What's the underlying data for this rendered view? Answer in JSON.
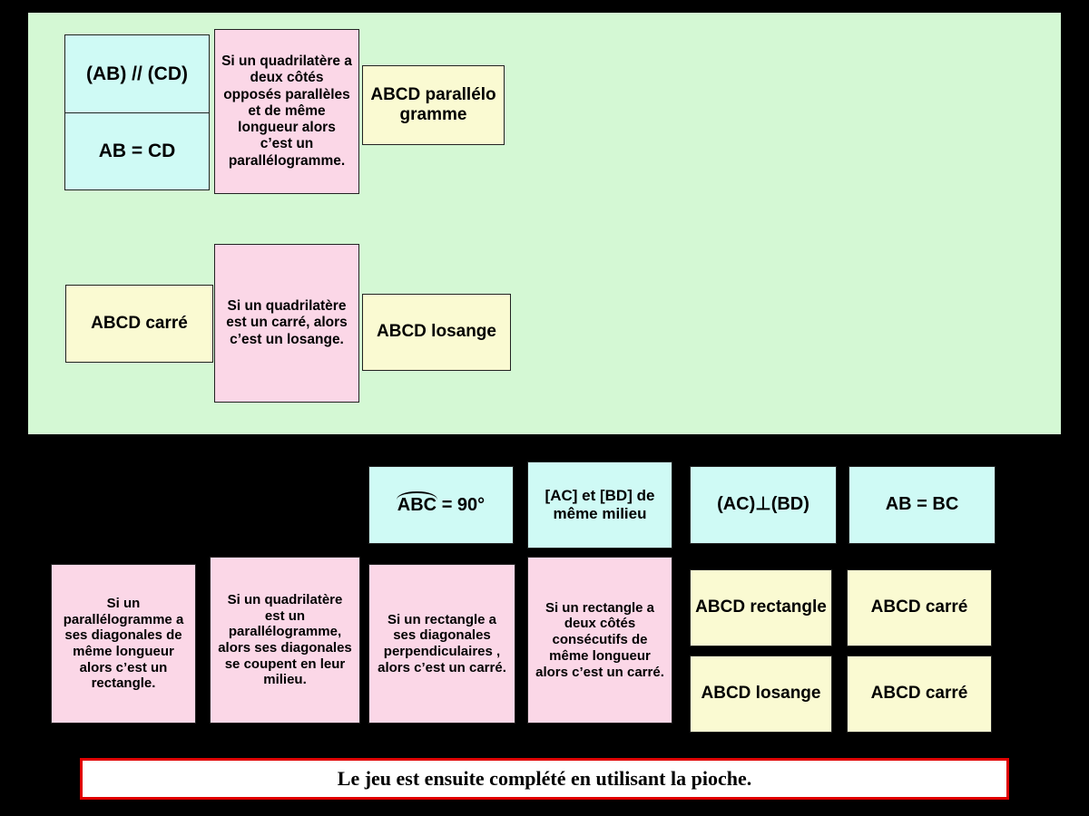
{
  "colors": {
    "background": "#000000",
    "mat_green": "#D4F8D4",
    "card_blue": "#CFFAF5",
    "card_yellow": "#FAFAD2",
    "card_pink": "#FBD7E7",
    "banner_border_red": "#E00000",
    "banner_background": "#FFFFFF",
    "card_border": "#222222"
  },
  "mat": {
    "chains": [
      {
        "premises": [
          "(AB) // (CD)",
          "AB = CD"
        ],
        "theorem": "Si un quadrilatère a deux côtés opposés parallèles et de même longueur alors c’est un parallélogramme.",
        "conclusion": "ABCD parallélo gramme"
      },
      {
        "premises": [
          "ABCD carré"
        ],
        "theorem": "Si un quadrilatère est un carré, alors c’est un losange.",
        "conclusion": "ABCD losange"
      }
    ]
  },
  "pool": {
    "blue_cards": [
      {
        "prefix": "ABC",
        "suffix": " = 90°",
        "has_angle_hat": true,
        "text": "ABC = 90°"
      },
      {
        "text": "[AC] et [BD] de même milieu",
        "has_angle_hat": false
      },
      {
        "text": "(AC)⊥(BD)",
        "has_angle_hat": false
      },
      {
        "text": "AB = BC",
        "has_angle_hat": false
      }
    ],
    "pink_cards": [
      "Si un parallélogramme a ses diagonales de même longueur alors c’est un rectangle.",
      "Si un quadrilatère est un parallélogramme, alors ses diagonales se coupent en leur milieu.",
      "Si un rectangle a ses diagonales perpendiculaires , alors c’est un carré.",
      "Si un rectangle a deux côtés consécutifs de même longueur alors c’est un carré."
    ],
    "yellow_cards": [
      "ABCD rectangle",
      "ABCD carré",
      "ABCD losange",
      "ABCD carré"
    ]
  },
  "footer": {
    "text": "Le jeu est ensuite complété en utilisant la pioche."
  }
}
